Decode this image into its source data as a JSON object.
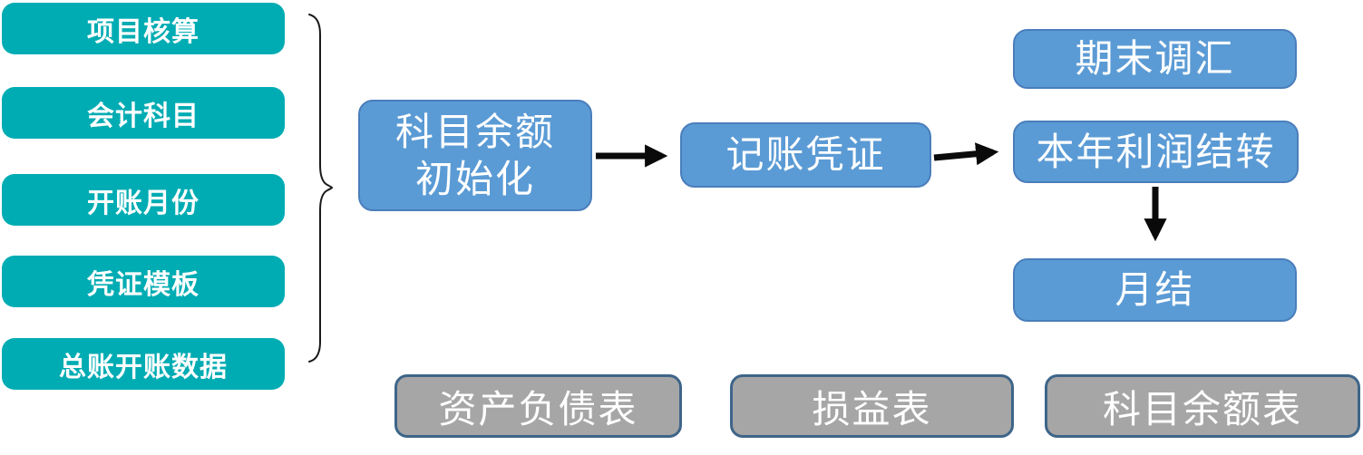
{
  "setup": {
    "items": [
      "项目核算",
      "会计科目",
      "开账月份",
      "凭证模板",
      "总账开账数据"
    ]
  },
  "flow": {
    "init": {
      "line1": "科目余额",
      "line2": "初始化"
    },
    "voucher": "记账凭证",
    "fx_adjust": "期末调汇",
    "profit_transfer": "本年利润结转",
    "month_end": "月结"
  },
  "reports": {
    "items": [
      "资产负债表",
      "损益表",
      "科目余额表"
    ]
  },
  "colors": {
    "setup_fill": "#00ACB3",
    "flow_fill": "#5B9BD5",
    "flow_border": "#4A7EBB",
    "report_fill": "#A6A6A6",
    "report_border": "#3E6589",
    "arrow": "#0A0A0A",
    "brace": "#1A1A1A",
    "text": "#FFFFFF"
  }
}
